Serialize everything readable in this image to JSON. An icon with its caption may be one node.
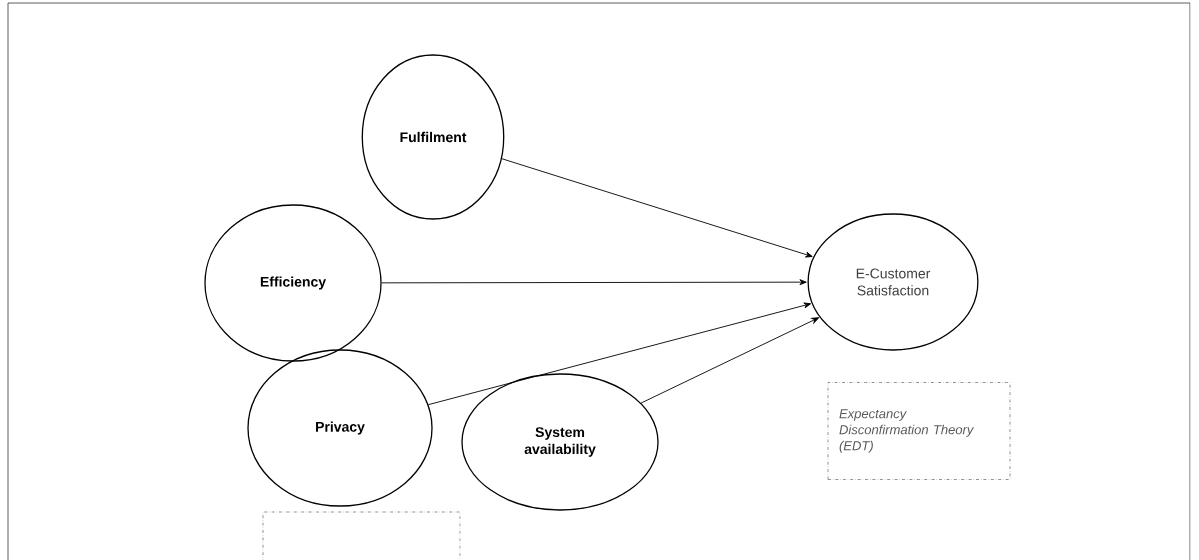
{
  "diagram": {
    "nodes": [
      {
        "text": [
          "Fulfilment"
        ]
      },
      {
        "text": [
          "Efficiency"
        ]
      },
      {
        "text": [
          "Privacy"
        ]
      },
      {
        "text": [
          "System availability"
        ]
      },
      {
        "text": [
          "E-Customer Satisfaction"
        ]
      },
      {
        "text": [
          "Expectancy Disconfirmation Theory (EDT)"
        ]
      }
    ],
    "edges": [
      {
        "from": 0,
        "to": 4,
        "arrow": "to"
      },
      {
        "from": 1,
        "to": 4,
        "arrow": "to"
      },
      {
        "from": 2,
        "to": 4,
        "arrow": "to"
      },
      {
        "from": 3,
        "to": 4,
        "arrow": "to"
      }
    ]
  }
}
